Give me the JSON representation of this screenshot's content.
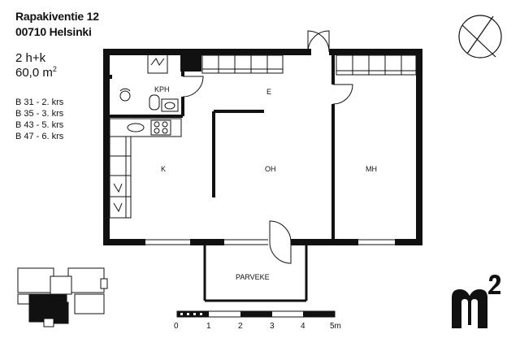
{
  "address": {
    "street": "Rapakiventie 12",
    "postal_city": "00710 Helsinki"
  },
  "apartment": {
    "type": "2 h+k",
    "area": "60,0 m",
    "area_unit_sup": "2"
  },
  "floors": [
    "B 31 - 2. krs",
    "B 35 - 3. krs",
    "B 43 - 5. krs",
    "B 47 - 6. krs"
  ],
  "rooms": {
    "bathroom": "KPH",
    "hall": "E",
    "kitchen": "K",
    "living": "OH",
    "bedroom": "MH",
    "balcony": "PARVEKE"
  },
  "scale": {
    "labels": [
      "0",
      "1",
      "2",
      "3",
      "4",
      "5m"
    ]
  },
  "icons": {
    "compass": "compass-icon",
    "logo": "m2-logo-icon"
  }
}
